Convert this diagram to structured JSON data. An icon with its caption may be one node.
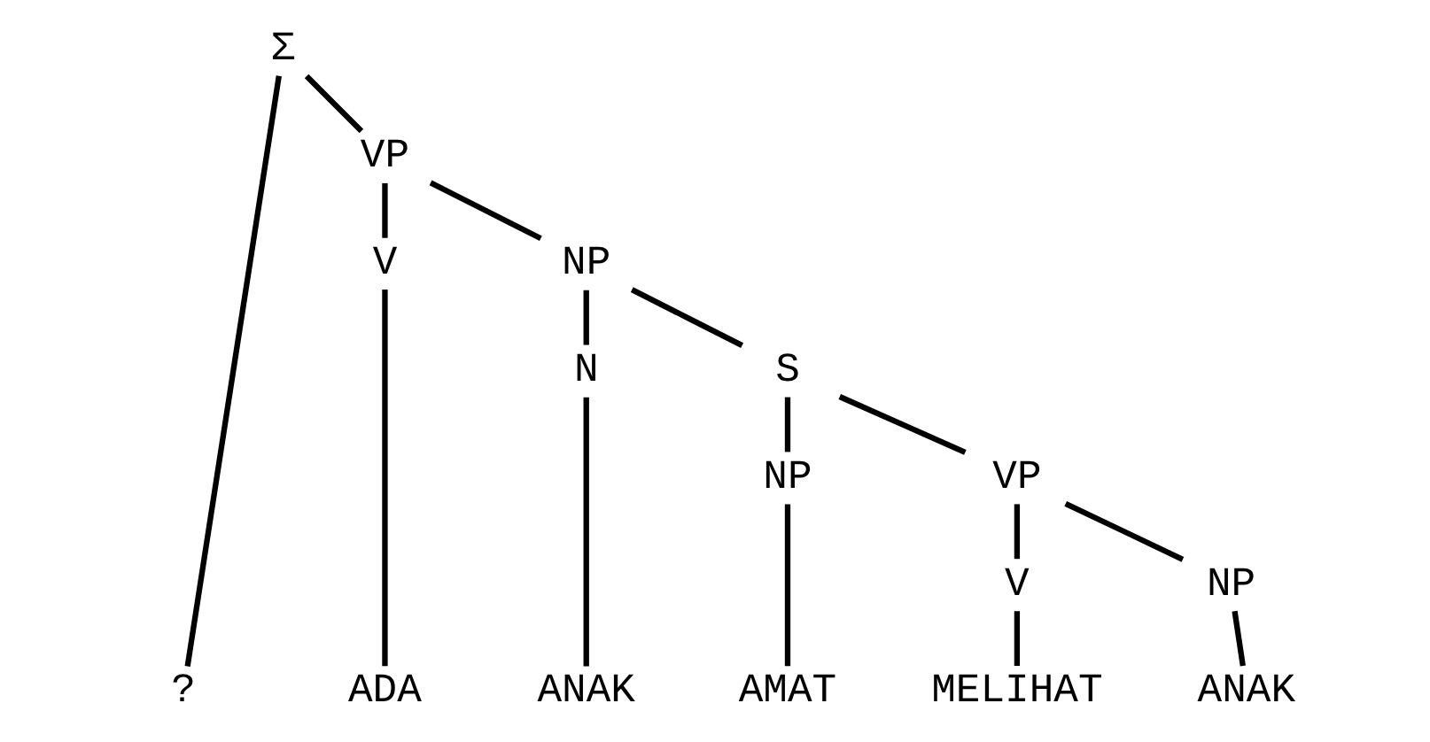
{
  "diagram": {
    "nodes": [
      {
        "text": [
          "Σ"
        ]
      },
      {
        "text": [
          "?"
        ]
      },
      {
        "text": [
          "VP"
        ]
      },
      {
        "text": [
          "V"
        ]
      },
      {
        "text": [
          "NP"
        ]
      },
      {
        "text": [
          "N"
        ]
      },
      {
        "text": [
          "S"
        ]
      },
      {
        "text": [
          "NP"
        ]
      },
      {
        "text": [
          "VP"
        ]
      },
      {
        "text": [
          "V"
        ]
      },
      {
        "text": [
          "NP"
        ]
      },
      {
        "text": [
          "ADA"
        ]
      },
      {
        "text": [
          "ANAK"
        ]
      },
      {
        "text": [
          "AMAT"
        ]
      },
      {
        "text": [
          "MELIHAT"
        ]
      },
      {
        "text": [
          "ANAK"
        ]
      }
    ],
    "edges": [
      {
        "from": 0,
        "to": 1,
        "arrow": "none"
      },
      {
        "from": 0,
        "to": 2,
        "arrow": "none"
      },
      {
        "from": 2,
        "to": 3,
        "arrow": "none"
      },
      {
        "from": 2,
        "to": 4,
        "arrow": "none"
      },
      {
        "from": 4,
        "to": 5,
        "arrow": "none"
      },
      {
        "from": 4,
        "to": 6,
        "arrow": "none"
      },
      {
        "from": 6,
        "to": 7,
        "arrow": "none"
      },
      {
        "from": 6,
        "to": 8,
        "arrow": "none"
      },
      {
        "from": 8,
        "to": 9,
        "arrow": "none"
      },
      {
        "from": 8,
        "to": 10,
        "arrow": "none"
      },
      {
        "from": 3,
        "to": 11,
        "arrow": "none"
      },
      {
        "from": 5,
        "to": 12,
        "arrow": "none"
      },
      {
        "from": 7,
        "to": 13,
        "arrow": "none"
      },
      {
        "from": 9,
        "to": 14,
        "arrow": "none"
      },
      {
        "from": 10,
        "to": 15,
        "arrow": "none"
      }
    ]
  }
}
